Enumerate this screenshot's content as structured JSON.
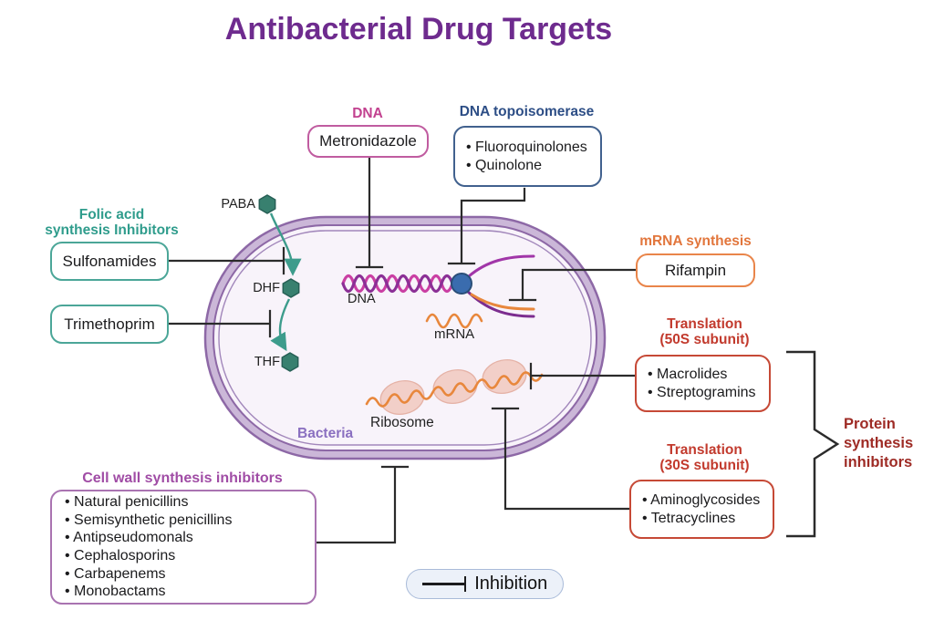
{
  "title": "Antibacterial Drug Targets",
  "colors": {
    "title": "#6E2B8E",
    "dna_heading": "#C2418F",
    "topoisomerase_heading": "#2D4E86",
    "folic_heading": "#2F9C8C",
    "mrna_heading": "#E2763C",
    "translation_heading": "#C23A2D",
    "protein_heading": "#9E2B25",
    "cell_wall_heading": "#A04CA5",
    "bacteria_label": "#8A6FC0",
    "membrane": "#8D68A6",
    "hexagon": "#38806F",
    "arrow_teal": "#3D9C8C",
    "orange_rna": "#E8873C",
    "inhibition_line": "#2B2B2B"
  },
  "groups": {
    "dna": {
      "heading": "DNA",
      "drug": "Metronidazole"
    },
    "topoisomerase": {
      "heading": "DNA topoisomerase",
      "drugs": [
        "• Fluoroquinolones",
        "• Quinolone"
      ]
    },
    "folic_acid": {
      "heading": [
        "Folic acid",
        "synthesis Inhibitors"
      ],
      "drug1": "Sulfonamides",
      "drug2": "Trimethoprim"
    },
    "mrna_synthesis": {
      "heading": "mRNA synthesis",
      "drug": "Rifampin"
    },
    "translation_50s": {
      "heading": [
        "Translation",
        "(50S subunit)"
      ],
      "drugs": [
        "• Macrolides",
        "• Streptogramins"
      ]
    },
    "translation_30s": {
      "heading": [
        "Translation",
        "(30S subunit)"
      ],
      "drugs": [
        "• Aminoglycosides",
        "• Tetracyclines"
      ]
    },
    "protein_synthesis": {
      "heading": [
        "Protein",
        "synthesis",
        "inhibitors"
      ]
    },
    "cell_wall": {
      "heading": "Cell wall synthesis inhibitors",
      "drugs": [
        "• Natural penicillins",
        "• Semisynthetic penicillins",
        "• Antipseudomonals",
        "• Cephalosporins",
        "• Carbapenems",
        "• Monobactams"
      ]
    }
  },
  "cell": {
    "bacteria": "Bacteria",
    "paba": "PABA",
    "dhf": "DHF",
    "thf": "THF",
    "dna": "DNA",
    "mrna": "mRNA",
    "ribosome": "Ribosome"
  },
  "legend": {
    "label": "Inhibition"
  }
}
